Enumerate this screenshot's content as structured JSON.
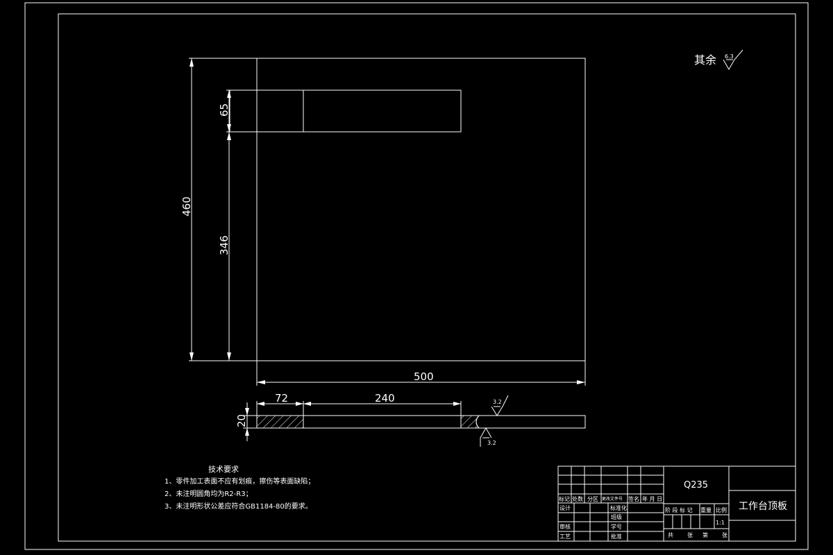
{
  "drawing": {
    "roughness_note": {
      "prefix": "其余",
      "value": "6.3"
    },
    "dimensions": {
      "total_height": "460",
      "slot_height": "65",
      "lower_height": "346",
      "total_width": "500",
      "slot_offset": "72",
      "slot_length": "240",
      "thickness": "20"
    },
    "section_roughness": {
      "top": "3.2",
      "bottom": "3.2"
    },
    "tech_requirements": {
      "title": "技术要求",
      "items": [
        "1、零件加工表面不应有划痕，擦伤等表面缺陷；",
        "2、未注明圆角均为R2-R3；",
        "3、未注明形状公差应符合GB1184-80的要求。"
      ]
    }
  },
  "title_block": {
    "material": "Q235",
    "part_name": "工作台顶板",
    "labels": {
      "biaoji": "标记",
      "chushu": "处数",
      "fenqu": "分区",
      "wenjian": "更改文件号",
      "qianming": "签名",
      "nianyueri": "年 月 日",
      "sheji": "设计",
      "biaozhunhua": "标准化",
      "shenhe": "审核",
      "gongyi": "工艺",
      "banji": "班级",
      "xuehao": "学号",
      "pizhun": "批准",
      "jieduan": "阶 段 标 记",
      "zhongliang": "重量",
      "bili": "比例",
      "scale": "1:1",
      "gong": "共",
      "zhang1": "张",
      "di": "第",
      "zhang2": "张"
    }
  }
}
